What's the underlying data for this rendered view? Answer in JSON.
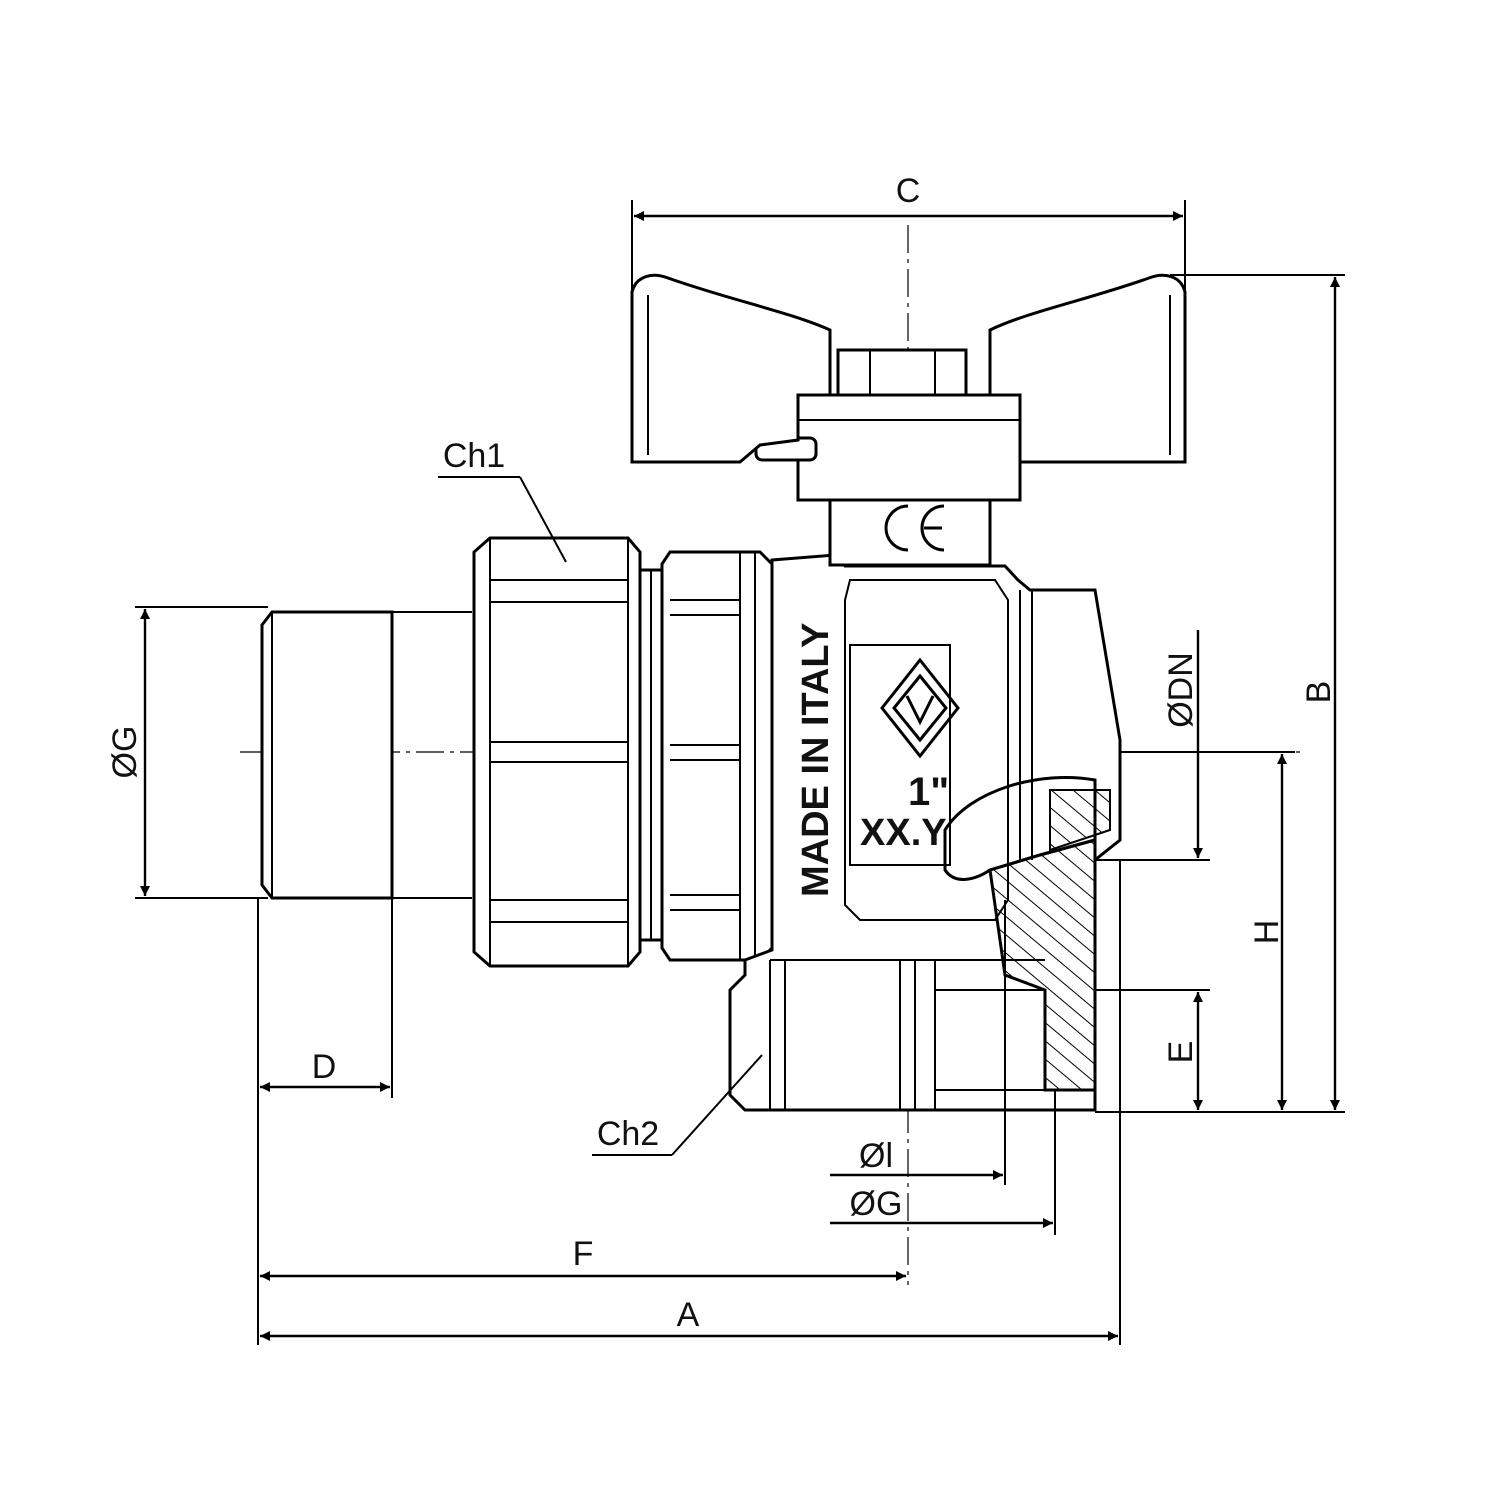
{
  "labels": {
    "C": "C",
    "B": "B",
    "A": "A",
    "F": "F",
    "D": "D",
    "E": "E",
    "H": "H",
    "Ch1": "Ch1",
    "Ch2": "Ch2",
    "G_left": "ØG",
    "DN": "ØDN",
    "I": "Øl",
    "G_bottom": "ØG"
  },
  "markings": {
    "made_in": "MADE IN ITALY",
    "size": "1\"",
    "code": "XX.Y",
    "ce": "CE"
  },
  "colors": {
    "line": "#000000",
    "background": "#ffffff"
  }
}
